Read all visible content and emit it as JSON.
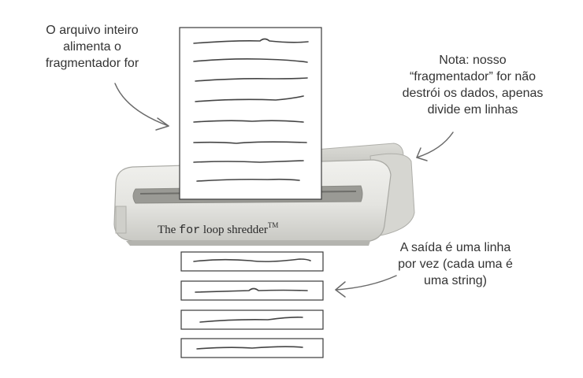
{
  "notes": {
    "top_left": [
      "O arquivo inteiro",
      "alimenta o",
      "fragmentador for"
    ],
    "right": [
      "Nota: nosso",
      "“fragmentador” for não",
      "destrói os dados, apenas",
      "divide em linhas"
    ],
    "bottom_right": [
      "A saída é uma linha",
      "por vez (cada uma é",
      "uma string)"
    ]
  },
  "shredder_label": {
    "pre": "The ",
    "keyword": "for",
    "post": " loop shredder",
    "mark": "TM"
  },
  "colors": {
    "shredder_body": "#e6e6e2",
    "shredder_shadow": "#b9b9b4",
    "ink": "#444444"
  }
}
